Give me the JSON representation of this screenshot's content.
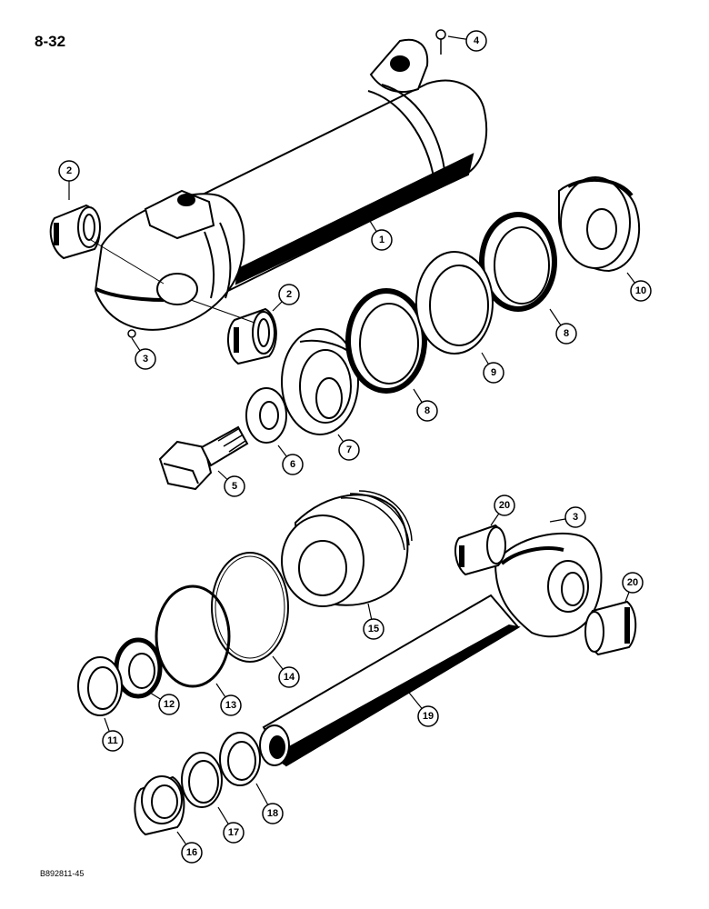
{
  "page": {
    "number": "8-32",
    "footer_code": "B892811-45"
  },
  "callouts": [
    {
      "id": "c1",
      "label": "1"
    },
    {
      "id": "c2a",
      "label": "2"
    },
    {
      "id": "c2b",
      "label": "2"
    },
    {
      "id": "c3a",
      "label": "3"
    },
    {
      "id": "c3b",
      "label": "3"
    },
    {
      "id": "c4",
      "label": "4"
    },
    {
      "id": "c5",
      "label": "5"
    },
    {
      "id": "c6",
      "label": "6"
    },
    {
      "id": "c7",
      "label": "7"
    },
    {
      "id": "c8a",
      "label": "8"
    },
    {
      "id": "c8b",
      "label": "8"
    },
    {
      "id": "c9",
      "label": "9"
    },
    {
      "id": "c10",
      "label": "10"
    },
    {
      "id": "c11",
      "label": "11"
    },
    {
      "id": "c12",
      "label": "12"
    },
    {
      "id": "c13",
      "label": "13"
    },
    {
      "id": "c14",
      "label": "14"
    },
    {
      "id": "c15",
      "label": "15"
    },
    {
      "id": "c16",
      "label": "16"
    },
    {
      "id": "c17",
      "label": "17"
    },
    {
      "id": "c18",
      "label": "18"
    },
    {
      "id": "c19",
      "label": "19"
    },
    {
      "id": "c20a",
      "label": "20"
    },
    {
      "id": "c20b",
      "label": "20"
    }
  ]
}
